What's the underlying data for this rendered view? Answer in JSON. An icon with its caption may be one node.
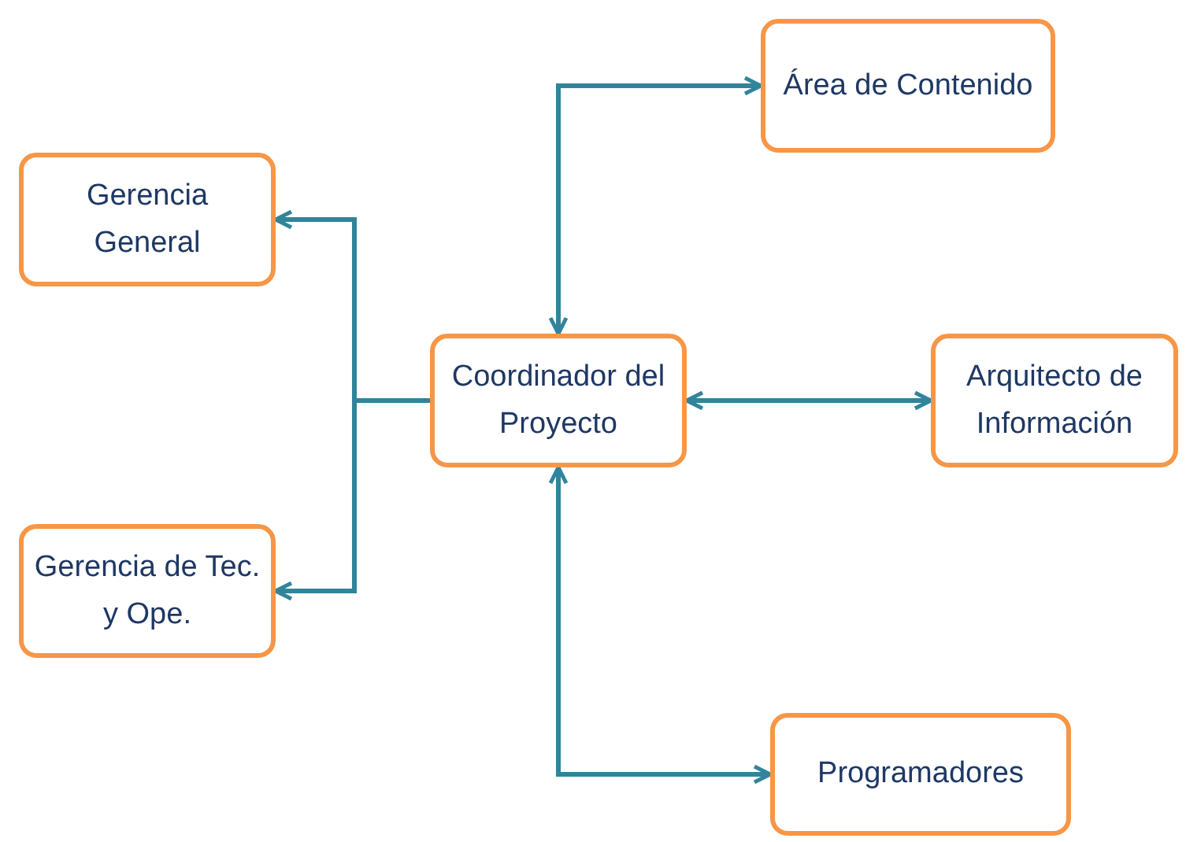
{
  "diagram": {
    "nodes": [
      {
        "text": [
          "Área de Contenido"
        ]
      },
      {
        "text": [
          "Gerencia General"
        ]
      },
      {
        "text": [
          "Coordinador del Proyecto"
        ]
      },
      {
        "text": [
          "Arquitecto de Información"
        ]
      },
      {
        "text": [
          "Gerencia de Tec. y Ope."
        ]
      },
      {
        "text": [
          "Programadores"
        ]
      }
    ],
    "edges": [
      {
        "from": 2,
        "to": 0,
        "arrow": "both"
      },
      {
        "from": 2,
        "to": 1,
        "arrow": "to"
      },
      {
        "from": 2,
        "to": 3,
        "arrow": "both"
      },
      {
        "from": 2,
        "to": 4,
        "arrow": "to"
      },
      {
        "from": 2,
        "to": 5,
        "arrow": "both"
      }
    ]
  }
}
